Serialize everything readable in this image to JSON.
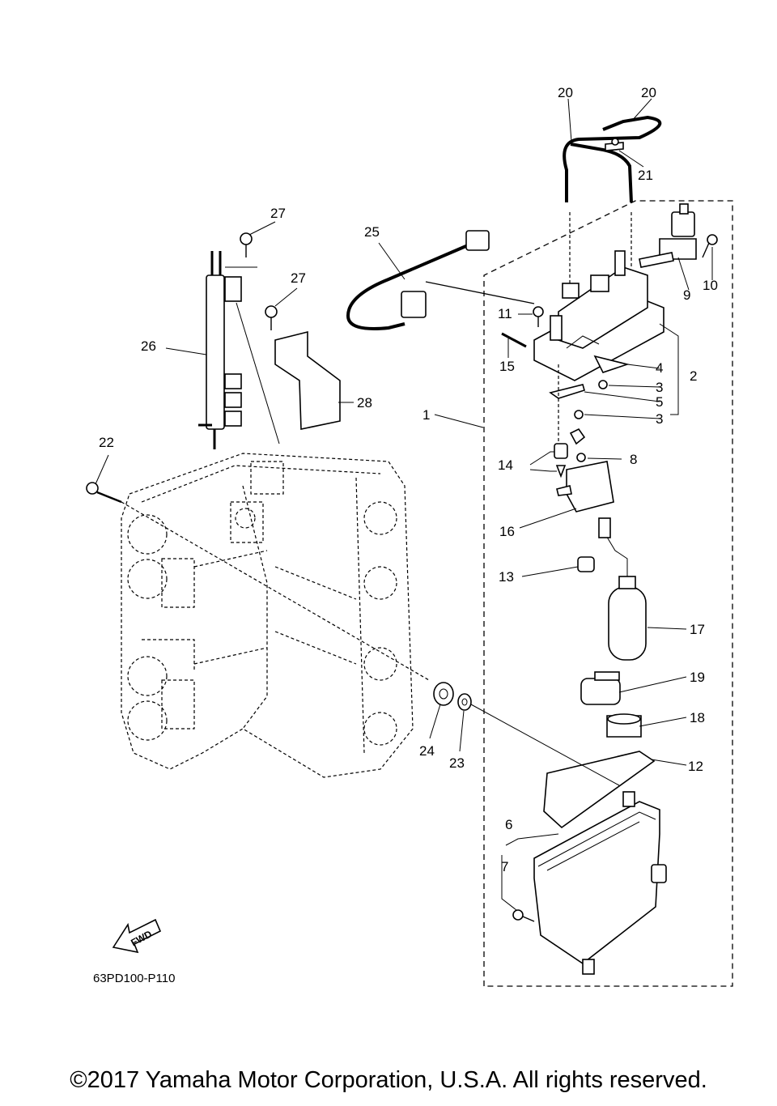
{
  "diagram": {
    "drawing_code": "63PD100-P110",
    "direction_arrow_text": "FWD",
    "callouts": [
      "1",
      "2",
      "3",
      "3",
      "4",
      "5",
      "6",
      "7",
      "8",
      "9",
      "10",
      "11",
      "12",
      "13",
      "14",
      "15",
      "16",
      "17",
      "18",
      "19",
      "20",
      "20",
      "21",
      "22",
      "23",
      "24",
      "25",
      "26",
      "27",
      "27",
      "28"
    ]
  },
  "footer": {
    "copyright": "©2017 Yamaha Motor Corporation, U.S.A. All rights reserved."
  }
}
